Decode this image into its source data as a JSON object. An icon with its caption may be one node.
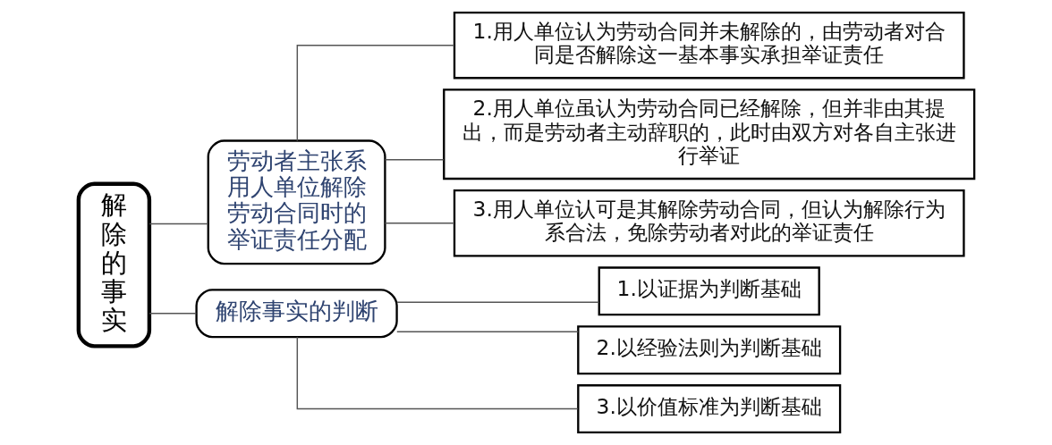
{
  "diagram": {
    "nodes": [
      {
        "text": [
          "解除的事实"
        ]
      },
      {
        "text": [
          "劳动者主张系用人单位解除劳动合同时的举证责任分配"
        ]
      },
      {
        "text": [
          "解除事实的判断"
        ]
      },
      {
        "text": [
          "1.用人单位认为劳动合同并未解除的，由劳动者对合同是否解除这一基本事实承担举证责任"
        ]
      },
      {
        "text": [
          "2.用人单位虽认为劳动合同已经解除，但并非由其提出，而是劳动者主动辞职的，此时由双方对各自主张进行举证"
        ]
      },
      {
        "text": [
          "3.用人单位认可是其解除劳动合同，但认为解除行为系合法，免除劳动者对此的举证责任"
        ]
      },
      {
        "text": [
          "1.以证据为判断基础"
        ]
      },
      {
        "text": [
          "2.以经验法则为判断基础"
        ]
      },
      {
        "text": [
          "3.以价值标准为判断基础"
        ]
      }
    ],
    "edges": [
      {
        "from": 0,
        "to": 1,
        "arrow": "none"
      },
      {
        "from": 0,
        "to": 2,
        "arrow": "none"
      },
      {
        "from": 1,
        "to": 3,
        "arrow": "none"
      },
      {
        "from": 1,
        "to": 4,
        "arrow": "none"
      },
      {
        "from": 1,
        "to": 5,
        "arrow": "none"
      },
      {
        "from": 2,
        "to": 6,
        "arrow": "none"
      },
      {
        "from": 2,
        "to": 7,
        "arrow": "none"
      },
      {
        "from": 2,
        "to": 8,
        "arrow": "none"
      }
    ]
  }
}
